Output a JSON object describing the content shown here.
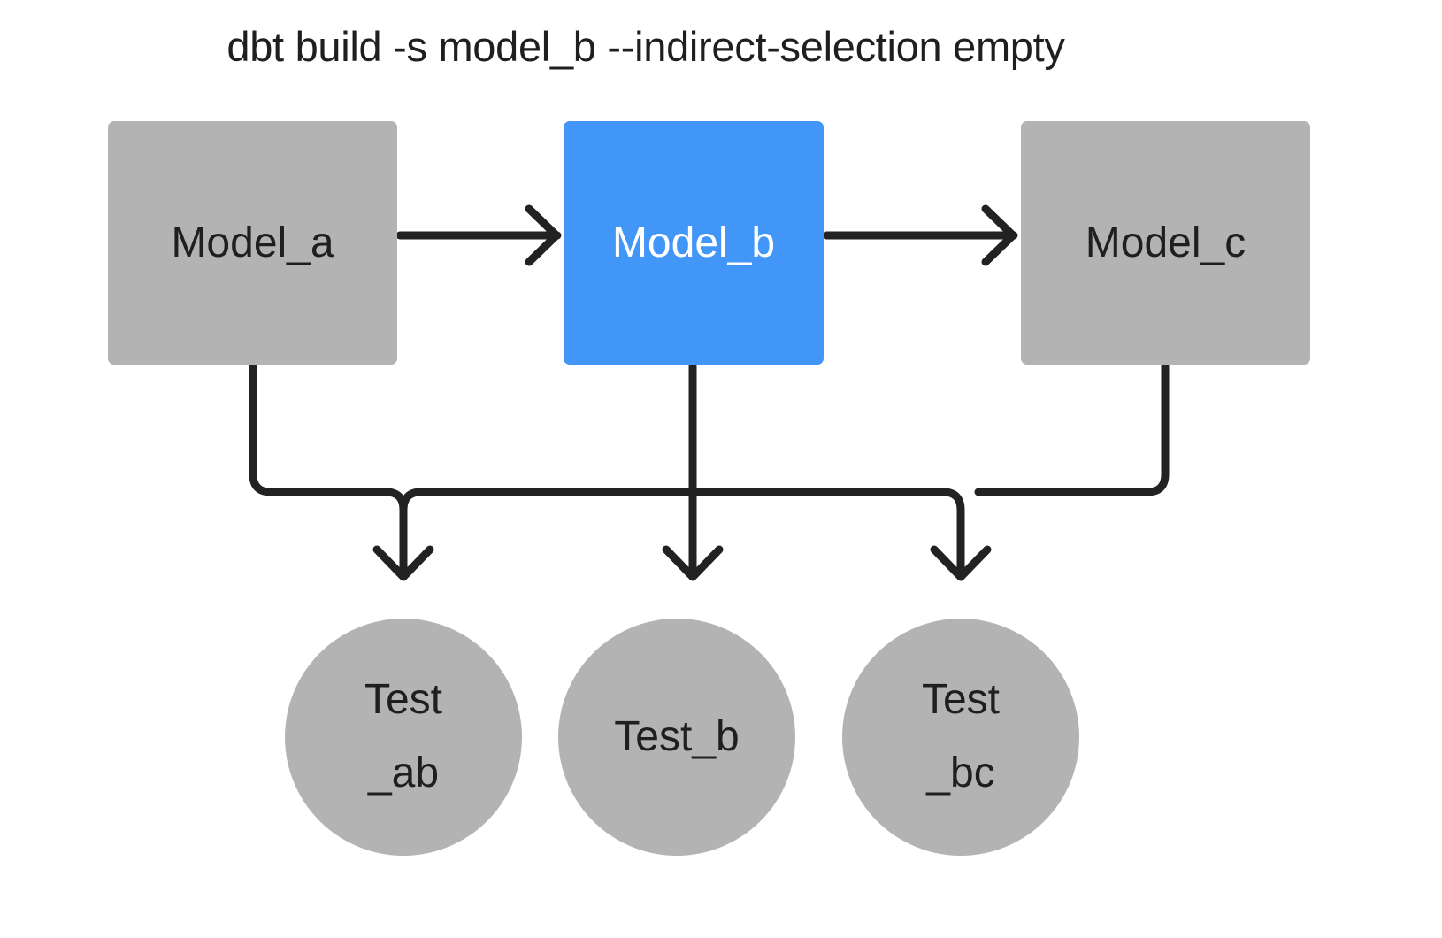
{
  "diagram": {
    "title": "dbt build -s model_b --indirect-selection empty",
    "colors": {
      "selected": "#4296f7",
      "unselected": "#b3b3b3",
      "edge": "#222222",
      "background": "#ffffff",
      "text_dark": "#1f1f1f",
      "text_light": "#ffffff"
    },
    "models": [
      {
        "id": "model_a",
        "label": "Model_a",
        "state": "unselected",
        "shape": "rectangle"
      },
      {
        "id": "model_b",
        "label": "Model_b",
        "state": "selected",
        "shape": "rectangle"
      },
      {
        "id": "model_c",
        "label": "Model_c",
        "state": "unselected",
        "shape": "rectangle"
      }
    ],
    "tests": [
      {
        "id": "test_ab",
        "label": "Test\n_ab",
        "state": "unselected",
        "shape": "circle"
      },
      {
        "id": "test_b",
        "label": "Test_b",
        "state": "unselected",
        "shape": "circle"
      },
      {
        "id": "test_bc",
        "label": "Test\n_bc",
        "state": "unselected",
        "shape": "circle"
      }
    ],
    "edges": [
      {
        "from": "model_a",
        "to": "model_b",
        "kind": "model-to-model"
      },
      {
        "from": "model_b",
        "to": "model_c",
        "kind": "model-to-model"
      },
      {
        "from": "model_a",
        "to": "test_ab",
        "kind": "model-to-test"
      },
      {
        "from": "model_b",
        "to": "test_ab",
        "kind": "model-to-test"
      },
      {
        "from": "model_b",
        "to": "test_b",
        "kind": "model-to-test"
      },
      {
        "from": "model_b",
        "to": "test_bc",
        "kind": "model-to-test"
      },
      {
        "from": "model_c",
        "to": "test_bc",
        "kind": "model-to-test"
      }
    ]
  }
}
